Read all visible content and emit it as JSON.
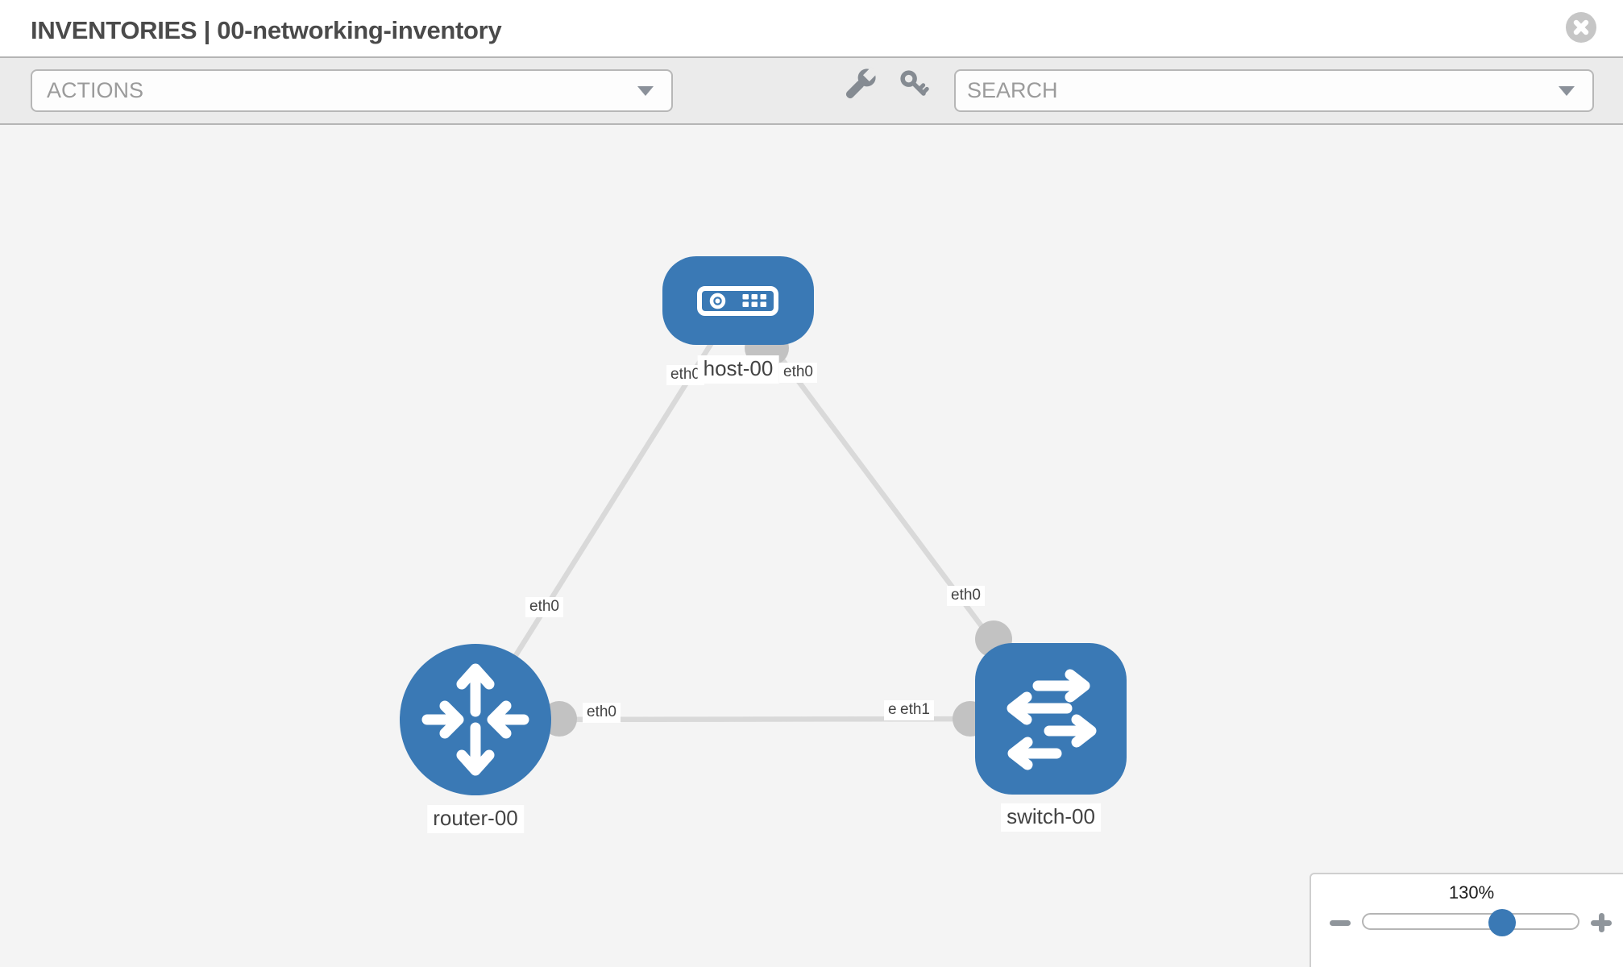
{
  "header": {
    "title": "INVENTORIES | 00-networking-inventory"
  },
  "toolbar": {
    "actions_label": "ACTIONS",
    "search_label": "SEARCH"
  },
  "icons": {
    "close": "circle-x",
    "actions_caret": "chevron-down",
    "search_caret": "chevron-down",
    "tools": "wrench",
    "credentials": "key",
    "zoom_out": "minus",
    "zoom_in": "plus"
  },
  "colors": {
    "node_blue": "#3a79b5",
    "edge_gray": "#d9d9d9",
    "connector_gray": "#c2c2c2",
    "toolbar_bg": "#ebebeb",
    "canvas_bg": "#f4f4f4"
  },
  "topology": {
    "nodes": [
      {
        "label": "host-00",
        "type": "host"
      },
      {
        "label": "router-00",
        "type": "router"
      },
      {
        "label": "switch-00",
        "type": "switch"
      }
    ],
    "links": [
      {
        "from": "host-00",
        "from_interface": "eth0",
        "to": "router-00",
        "to_interface": "eth0"
      },
      {
        "from": "host-00",
        "from_interface": "eth0",
        "to": "switch-00",
        "to_interface": "eth0"
      },
      {
        "from": "router-00",
        "from_interface": "eth0",
        "to": "switch-00",
        "to_interface": "eth1"
      }
    ],
    "interface_labels": [
      {
        "text": "eth0"
      },
      {
        "text": "eth0"
      },
      {
        "text": "eth0"
      },
      {
        "text": "eth0"
      },
      {
        "text": "eth0"
      },
      {
        "text": "eth1"
      },
      {
        "text": "eth1"
      }
    ]
  },
  "zoom": {
    "level": "130%"
  }
}
